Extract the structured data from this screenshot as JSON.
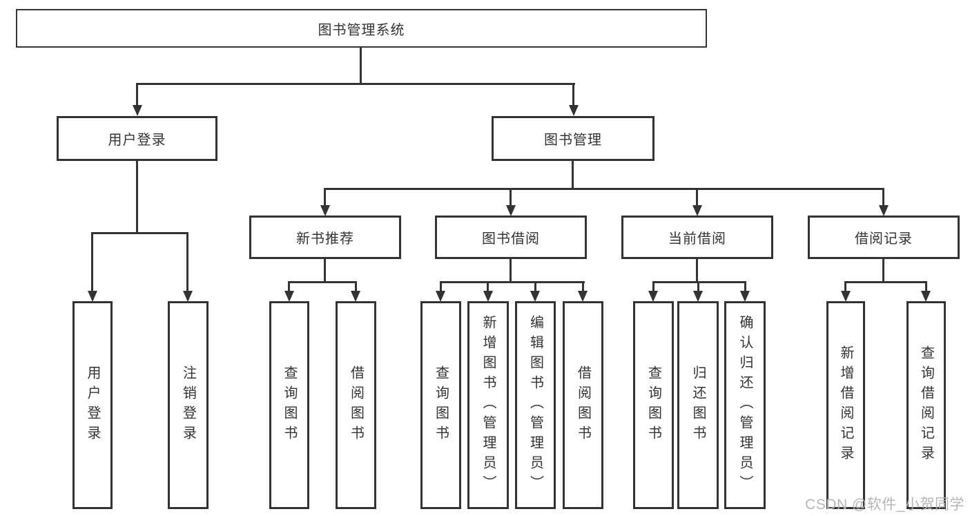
{
  "diagram": {
    "root": {
      "label": "图书管理系统"
    },
    "level2": {
      "user_login": {
        "label": "用户登录"
      },
      "book_mgmt": {
        "label": "图书管理"
      }
    },
    "level3": {
      "new_books": {
        "label": "新书推荐"
      },
      "book_borrow": {
        "label": "图书借阅"
      },
      "current_borrow": {
        "label": "当前借阅"
      },
      "borrow_records": {
        "label": "借阅记录"
      }
    },
    "leaves": {
      "user_login": [
        "用户登录",
        "注销登录"
      ],
      "new_books": [
        "查询图书",
        "借阅图书"
      ],
      "book_borrow": [
        "查询图书",
        "新增图书（管理员）",
        "编辑图书（管理员）",
        "借阅图书"
      ],
      "current_borrow": [
        "查询图书",
        "归还图书",
        "确认归还（管理员）"
      ],
      "borrow_records": [
        "新增借阅记录",
        "查询借阅记录"
      ]
    }
  },
  "watermark": {
    "text": "CSDN @软件_小贺同学"
  },
  "colors": {
    "line": "#333333",
    "text": "#333333",
    "watermark": "#b4b6b9",
    "background": "#ffffff"
  }
}
